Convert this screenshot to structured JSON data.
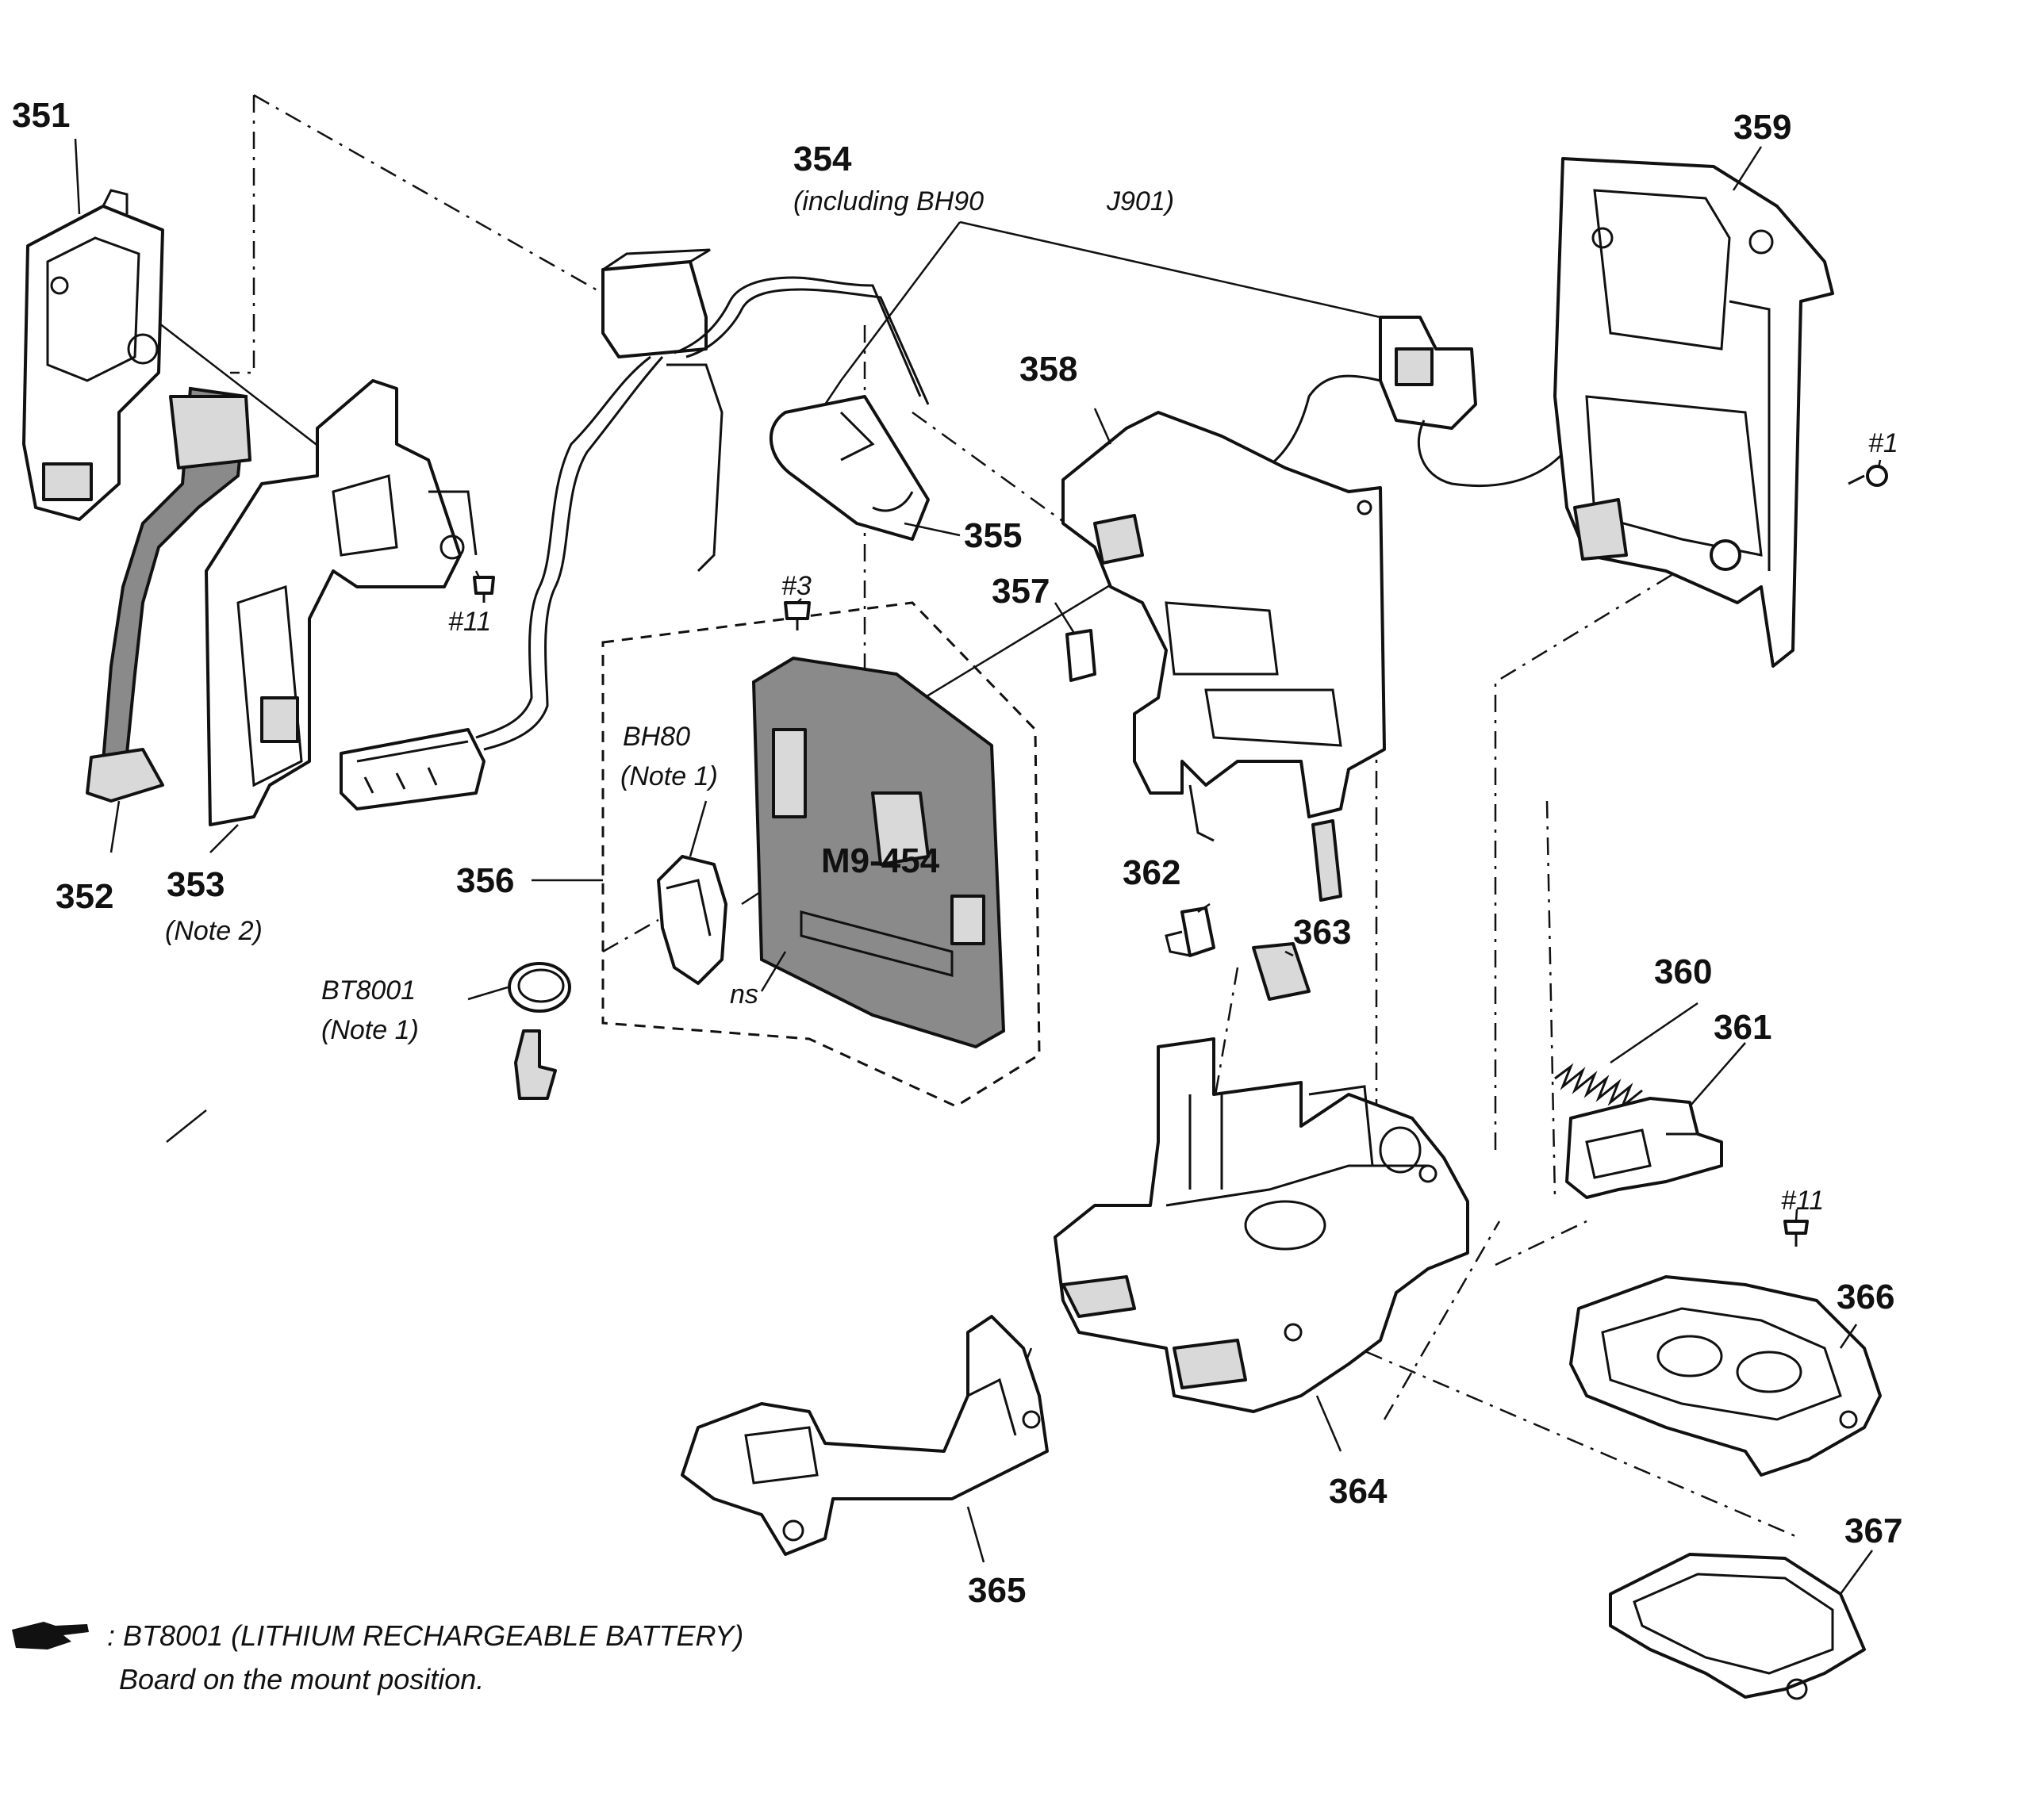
{
  "labels": {
    "p351": "351",
    "p352": "352",
    "p353": "353",
    "p353_note": "(Note 2)",
    "p354": "354",
    "p354_note_a": "(including BH90",
    "p354_note_b": "J901)",
    "p355": "355",
    "p356": "356",
    "p357": "357",
    "p358": "358",
    "p359": "359",
    "p360": "360",
    "p361": "361",
    "p362": "362",
    "p363": "363",
    "p364": "364",
    "p365": "365",
    "p366": "366",
    "p367": "367",
    "screw_1": "#1",
    "screw_3": "#3",
    "screw_11a": "#11",
    "screw_11b": "#11",
    "bh80": "BH80",
    "bh80_note": "(Note 1)",
    "bt8001": "BT8001",
    "bt8001_note": "(Note 1)",
    "ns": "ns",
    "board_mark": "M9-454"
  },
  "legend": {
    "line1": ": BT8001 (LITHIUM RECHARGEABLE BATTERY)",
    "line2": "Board on the mount position."
  }
}
